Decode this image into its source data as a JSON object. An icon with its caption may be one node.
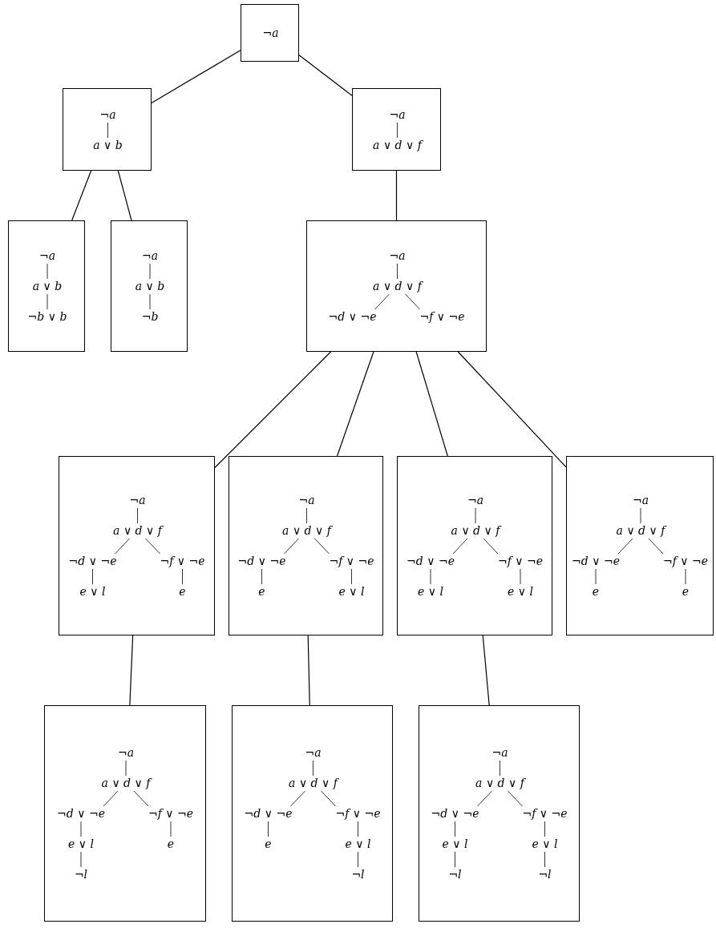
{
  "diagram": {
    "nodes": [
      {
        "text": [
          "¬a"
        ]
      },
      {
        "text": [
          "¬a",
          "a ∨ b"
        ]
      },
      {
        "text": [
          "¬a",
          "a ∨ d ∨ f"
        ]
      },
      {
        "text": [
          "¬a",
          "a ∨ b",
          "¬b ∨ b"
        ]
      },
      {
        "text": [
          "¬a",
          "a ∨ b",
          "¬b"
        ]
      },
      {
        "text": [
          "¬a",
          "a ∨ d ∨ f",
          "¬d ∨ ¬e",
          "¬f ∨ ¬e"
        ]
      },
      {
        "text": [
          "¬a",
          "a ∨ d ∨ f",
          "¬d ∨ ¬e",
          "¬f ∨ ¬e",
          "e ∨ l",
          "e"
        ]
      },
      {
        "text": [
          "¬a",
          "a ∨ d ∨ f",
          "¬d ∨ ¬e",
          "¬f ∨ ¬e",
          "e",
          "e ∨ l"
        ]
      },
      {
        "text": [
          "¬a",
          "a ∨ d ∨ f",
          "¬d ∨ ¬e",
          "¬f ∨ ¬e",
          "e ∨ l",
          "e ∨ l"
        ]
      },
      {
        "text": [
          "¬a",
          "a ∨ d ∨ f",
          "¬d ∨ ¬e",
          "¬f ∨ ¬e",
          "e",
          "e"
        ]
      },
      {
        "text": [
          "¬a",
          "a ∨ d ∨ f",
          "¬d ∨ ¬e",
          "¬f ∨ ¬e",
          "e ∨ l",
          "e",
          "¬l"
        ]
      },
      {
        "text": [
          "¬a",
          "a ∨ d ∨ f",
          "¬d ∨ ¬e",
          "¬f ∨ ¬e",
          "e",
          "e ∨ l",
          "¬l"
        ]
      },
      {
        "text": [
          "¬a",
          "a ∨ d ∨ f",
          "¬d ∨ ¬e",
          "¬f ∨ ¬e",
          "e ∨ l",
          "e ∨ l",
          "¬l",
          "¬l"
        ]
      }
    ],
    "edges": [
      {
        "from": 0,
        "to": 1,
        "arrow": "none"
      },
      {
        "from": 0,
        "to": 2,
        "arrow": "none"
      },
      {
        "from": 1,
        "to": 3,
        "arrow": "none"
      },
      {
        "from": 1,
        "to": 4,
        "arrow": "none"
      },
      {
        "from": 2,
        "to": 5,
        "arrow": "none"
      },
      {
        "from": 5,
        "to": 6,
        "arrow": "none"
      },
      {
        "from": 5,
        "to": 7,
        "arrow": "none"
      },
      {
        "from": 5,
        "to": 8,
        "arrow": "none"
      },
      {
        "from": 5,
        "to": 9,
        "arrow": "none"
      },
      {
        "from": 6,
        "to": 10,
        "arrow": "none"
      },
      {
        "from": 7,
        "to": 11,
        "arrow": "none"
      },
      {
        "from": 8,
        "to": 12,
        "arrow": "none"
      }
    ]
  }
}
